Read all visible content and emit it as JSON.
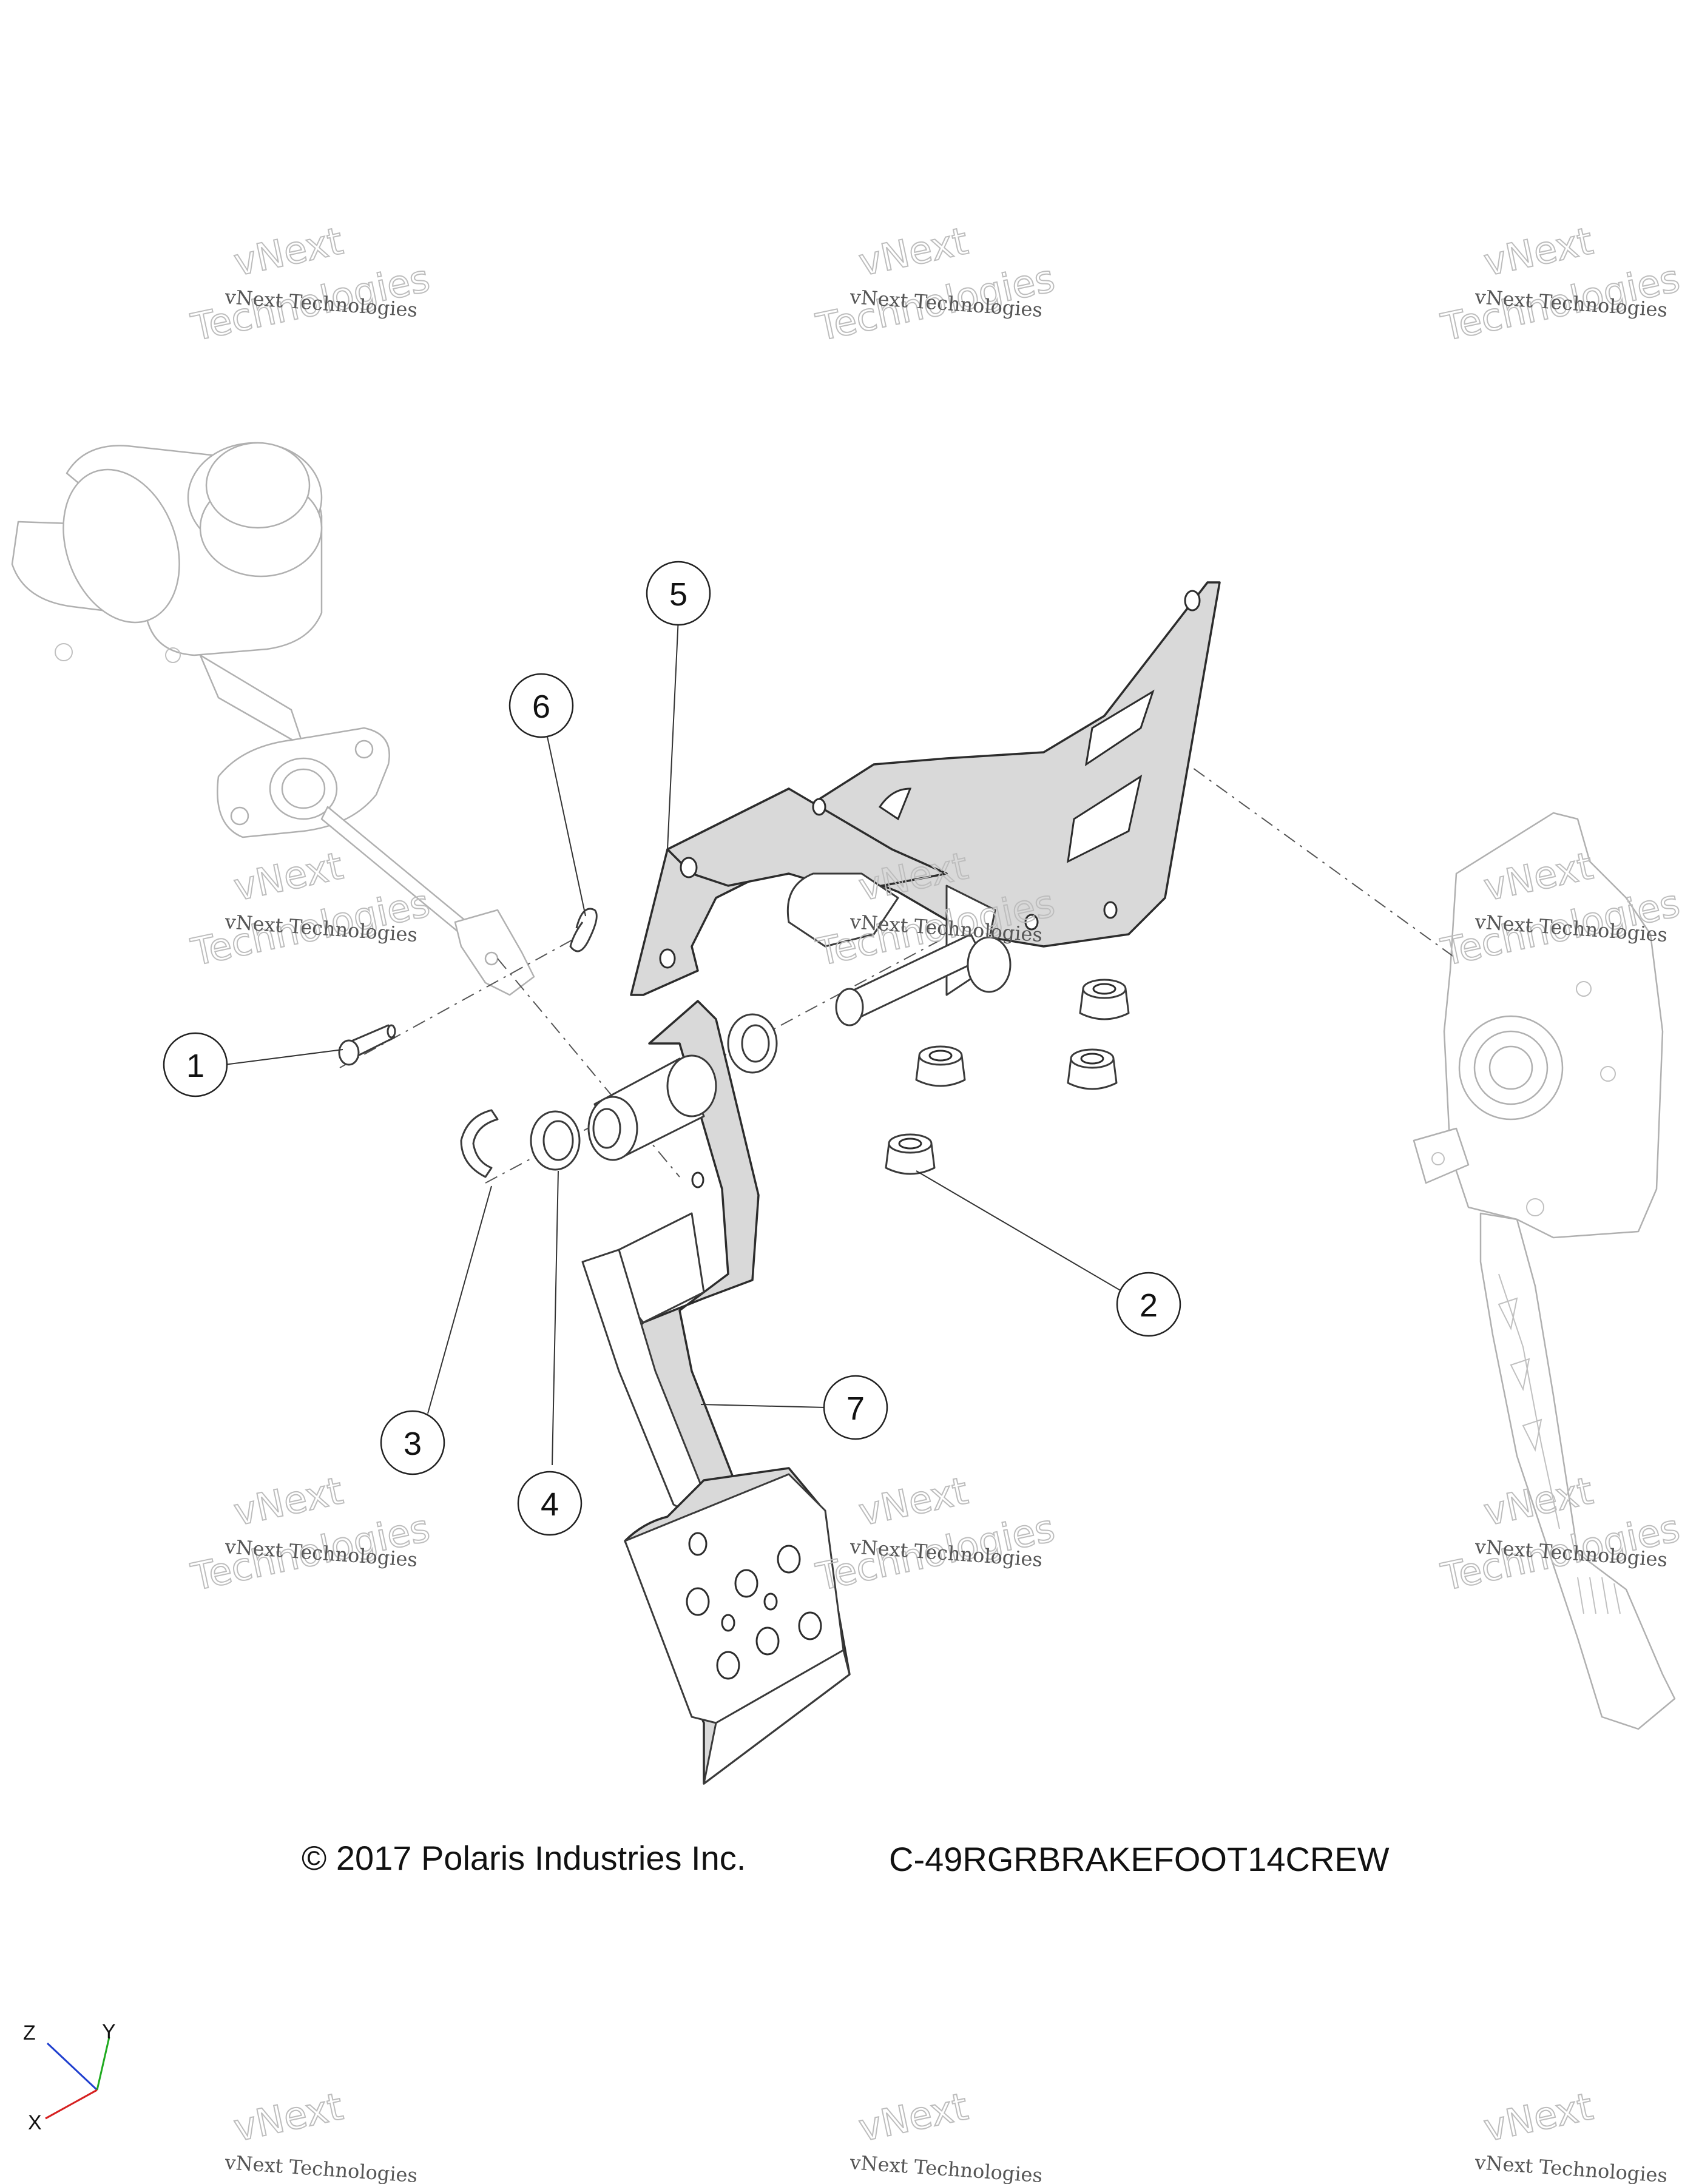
{
  "diagram": {
    "callouts": [
      {
        "id": "1",
        "label": "1"
      },
      {
        "id": "2",
        "label": "2"
      },
      {
        "id": "3",
        "label": "3"
      },
      {
        "id": "4",
        "label": "4"
      },
      {
        "id": "5",
        "label": "5"
      },
      {
        "id": "6",
        "label": "6"
      },
      {
        "id": "7",
        "label": "7"
      }
    ],
    "copyright": "© 2017 Polaris Industries Inc.",
    "drawing_code": "C-49RGRBRAKEFOOT14CREW",
    "watermark": {
      "line1": "vNext Technologies",
      "line2": "vNext",
      "line3": "Technologies"
    },
    "axes": {
      "x": "X",
      "y": "Y",
      "z": "Z",
      "x_color": "#d62020",
      "y_color": "#1faa1f",
      "z_color": "#1f3fcf"
    }
  }
}
